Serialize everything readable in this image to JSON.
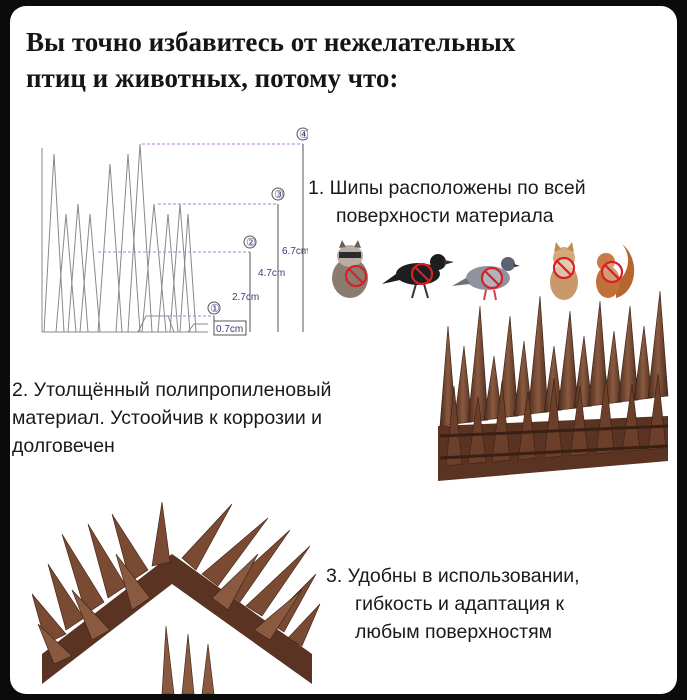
{
  "title_line1": "Вы точно избавитесь от нежелательных",
  "title_line2": "птиц и животных, потому что:",
  "feature1": {
    "line1": "1. Шипы расположены по всей",
    "line2": "поверхности материала"
  },
  "feature2": {
    "line1": "2. Утолщённый  полипропиленовый",
    "line2": "материал. Устоойчив  к  коррозии и",
    "line3": "долговечен"
  },
  "feature3": {
    "line1": "3. Удобны  в использовании,",
    "line2": "гибкость и адаптация к",
    "line3": "любым поверхностям"
  },
  "diagram": {
    "markers": [
      "①",
      "②",
      "③",
      "④"
    ],
    "heights": [
      "0.7cm",
      "2.7cm",
      "4.7cm",
      "6.7cm"
    ]
  },
  "animals": [
    "raccoon",
    "crow",
    "pigeon",
    "cat",
    "squirrel"
  ],
  "colors": {
    "spike": "#6b3f2a",
    "spike_dark": "#4a2a1c",
    "dimension": "#b07ad0",
    "prohibit": "#d81f26"
  }
}
